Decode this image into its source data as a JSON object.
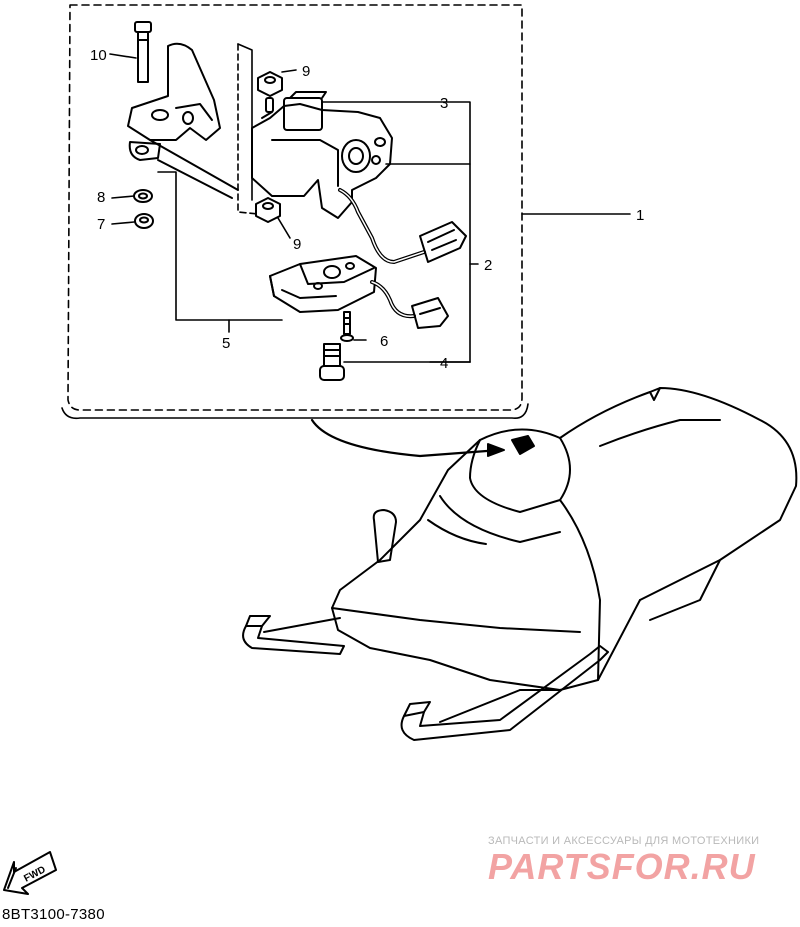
{
  "callouts": [
    {
      "id": "c10",
      "label": "10"
    },
    {
      "id": "c9a",
      "label": "9"
    },
    {
      "id": "c3",
      "label": "3"
    },
    {
      "id": "c8",
      "label": "8"
    },
    {
      "id": "c7",
      "label": "7"
    },
    {
      "id": "c9b",
      "label": "9"
    },
    {
      "id": "c1",
      "label": "1"
    },
    {
      "id": "c2",
      "label": "2"
    },
    {
      "id": "c5",
      "label": "5"
    },
    {
      "id": "c6",
      "label": "6"
    },
    {
      "id": "c4",
      "label": "4"
    }
  ],
  "fwd_label": "FWD",
  "part_code": "8BT3100-7380",
  "watermark": {
    "tagline": "ЗАПЧАСТИ И АКСЕССУАРЫ ДЛЯ МОТОТЕХНИКИ",
    "logo": "PARTSFOR.RU"
  },
  "colors": {
    "line": "#000000",
    "watermark_text": "#b9b9b9",
    "watermark_logo": "#f2a3a3"
  }
}
